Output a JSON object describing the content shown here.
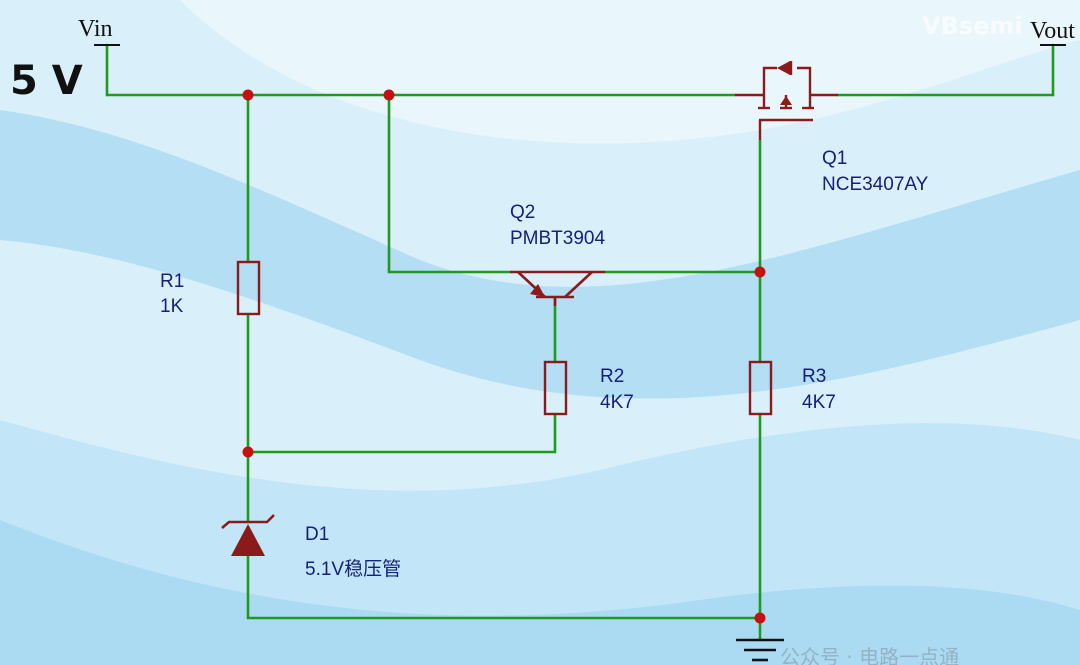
{
  "supply_label": "5 V",
  "terminals": {
    "vin": "Vin",
    "vout": "Vout"
  },
  "components": {
    "q1": {
      "ref": "Q1",
      "value": "NCE3407AY"
    },
    "q2": {
      "ref": "Q2",
      "value": "PMBT3904"
    },
    "r1": {
      "ref": "R1",
      "value": "1K"
    },
    "r2": {
      "ref": "R2",
      "value": "4K7"
    },
    "r3": {
      "ref": "R3",
      "value": "4K7"
    },
    "d1": {
      "ref": "D1",
      "value": "5.1V稳压管"
    }
  },
  "watermark": {
    "brand": "VBsemi",
    "footer": "公众号 · 电路一点通"
  },
  "colors": {
    "wire": "#1f9a1f",
    "node": "#c41212",
    "body": "#8b1a1a",
    "label": "#16207a",
    "background": "#d6eef9"
  }
}
